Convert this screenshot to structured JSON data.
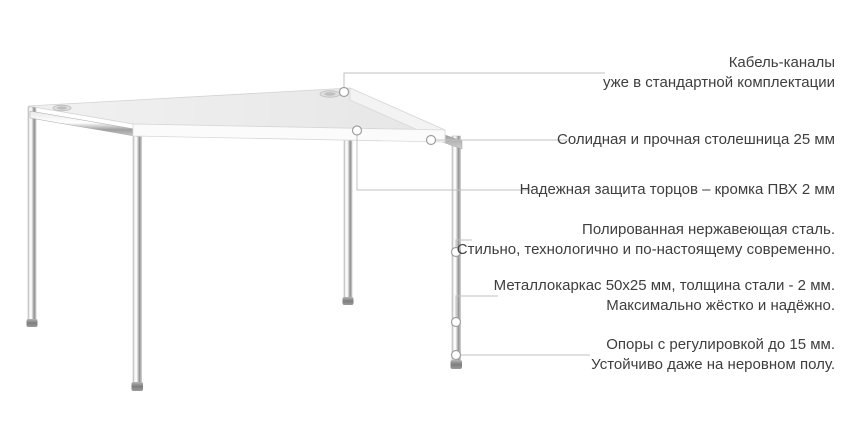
{
  "illustration": {
    "subject": "office desk product render",
    "parts": [
      "tabletop",
      "cable-grommets",
      "chrome-legs",
      "adjustable-feet"
    ]
  },
  "colors": {
    "background": "#ffffff",
    "text": "#3e3e3e",
    "leader_line": "#c0c0c0",
    "marker_stroke": "#9f9f9f",
    "tabletop": "#ededed",
    "chrome": "#c9c9c9"
  },
  "callouts": [
    {
      "id": "cable-channels",
      "lines": [
        "Кабель-каналы",
        "уже в стандартной комплектации"
      ]
    },
    {
      "id": "tabletop-25mm",
      "lines": [
        "Солидная и прочная столешница 25 мм"
      ]
    },
    {
      "id": "pvc-edge",
      "lines": [
        "Надежная защита торцов – кромка ПВХ 2 мм"
      ]
    },
    {
      "id": "stainless-steel",
      "lines": [
        "Полированная нержавеющая сталь.",
        "Стильно, технологично и по-настоящему современно."
      ]
    },
    {
      "id": "metal-frame",
      "lines": [
        "Металлокаркас 50х25 мм, толщина стали - 2 мм.",
        "Максимально жёстко и надёжно."
      ]
    },
    {
      "id": "adjustable-feet",
      "lines": [
        "Опоры с регулировкой до 15 мм.",
        "Устойчиво даже на неровном полу."
      ]
    }
  ]
}
